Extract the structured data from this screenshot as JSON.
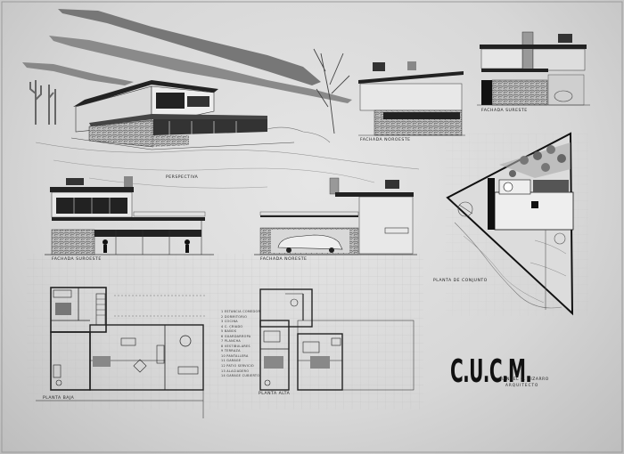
{
  "sheet": {
    "labels": {
      "perspective": "PERSPECTIVA",
      "facade_top_center": "FACHADA NOROESTE",
      "facade_top_right": "FACHADA SURESTE",
      "facade_mid_left": "FACHADA SUROESTE",
      "facade_mid_center": "FACHADA NORESTE",
      "site_plan": "PLANTA DE CONJUNTO",
      "ground_floor": "PLANTA BAJA",
      "upper_floor": "PLANTA ALTA"
    },
    "legend": [
      "1 ESTANCIA COMEDOR",
      "2 DORMITORIO",
      "3 COCINA",
      "4 C. CRIADO",
      "5 BAÑOS",
      "6 GUARDARROPA",
      "7 PLANCHA",
      "8 VESTIBULARES",
      "9 TERRAZA",
      "10 PANTALLERA",
      "11 GARAGE",
      "12 PATIO SERVICIO",
      "13 ALACIADERO",
      "14 GARAGE CUBIERTO"
    ],
    "title_block": {
      "monogram": "C.U.C.M.",
      "architect_name": "MANUEL G. PIZARRO",
      "architect_title": "ARQUITECTO"
    }
  }
}
